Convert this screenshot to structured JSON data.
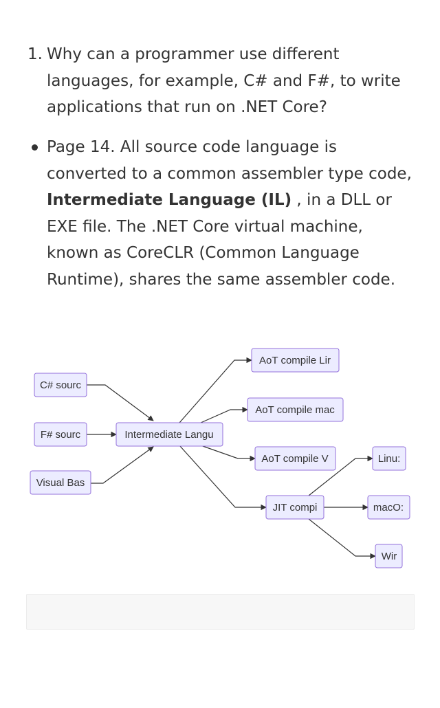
{
  "question": {
    "number": "1.",
    "text": "Why can a programmer use different languages, for example, C# and F#, to write applications that run on .NET Core?"
  },
  "answer": {
    "text_before": "Page 14. All source code language is converted to a common assembler type code, ",
    "bold": "Intermediate Language (IL)",
    "text_after": " , in a DLL or EXE file. The .NET Core virtual machine, known as CoreCLR (Common Language Runtime), shares the same assembler code."
  },
  "diagram": {
    "nodes": {
      "csharp": "C# sourc",
      "fsharp": "F# sourc",
      "vb": "Visual Bas",
      "il": "Intermediate Langu",
      "aot_linux": "AoT compile Lir",
      "aot_mac": "AoT compile mac",
      "aot_win": "AoT compile V",
      "jit": "JIT compi",
      "linux": "Linu:",
      "macos": "macO:",
      "windows": "Wir"
    }
  }
}
